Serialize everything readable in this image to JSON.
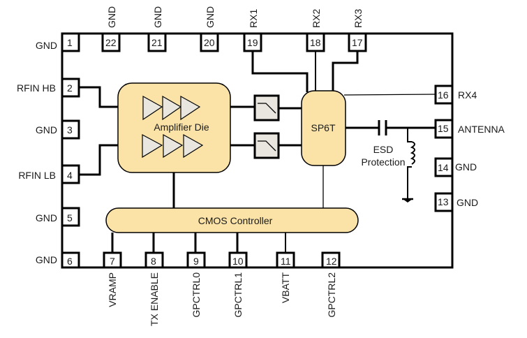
{
  "diagram": {
    "title": "",
    "pins": {
      "p1": {
        "num": "1",
        "label": "GND"
      },
      "p2": {
        "num": "2",
        "label": "RFIN HB"
      },
      "p3": {
        "num": "3",
        "label": "GND"
      },
      "p4": {
        "num": "4",
        "label": "RFIN LB"
      },
      "p5": {
        "num": "5",
        "label": "GND"
      },
      "p6": {
        "num": "6",
        "label": "GND"
      },
      "p7": {
        "num": "7",
        "label": "VRAMP"
      },
      "p8": {
        "num": "8",
        "label": "TX ENABLE"
      },
      "p9": {
        "num": "9",
        "label": "GPCTRL0"
      },
      "p10": {
        "num": "10",
        "label": "GPCTRL1"
      },
      "p11": {
        "num": "11",
        "label": "VBATT"
      },
      "p12": {
        "num": "12",
        "label": "GPCTRL2"
      },
      "p13": {
        "num": "13",
        "label": "GND"
      },
      "p14": {
        "num": "14",
        "label": "GND"
      },
      "p15": {
        "num": "15",
        "label": "ANTENNA"
      },
      "p16": {
        "num": "16",
        "label": "RX4"
      },
      "p17": {
        "num": "17",
        "label": "RX3"
      },
      "p18": {
        "num": "18",
        "label": "RX2"
      },
      "p19": {
        "num": "19",
        "label": "RX1"
      },
      "p20": {
        "num": "20",
        "label": "GND"
      },
      "p21": {
        "num": "21",
        "label": "GND"
      },
      "p22": {
        "num": "22",
        "label": "GND"
      }
    },
    "blocks": {
      "amplifier": "Amplifier Die",
      "switch": "SP6T",
      "controller": "CMOS Controller",
      "esd_line1": "ESD",
      "esd_line2": "Protection"
    },
    "colors": {
      "block_fill": "#fbe3a8",
      "component_fill": "#e8e6de",
      "line": "#000000"
    }
  }
}
